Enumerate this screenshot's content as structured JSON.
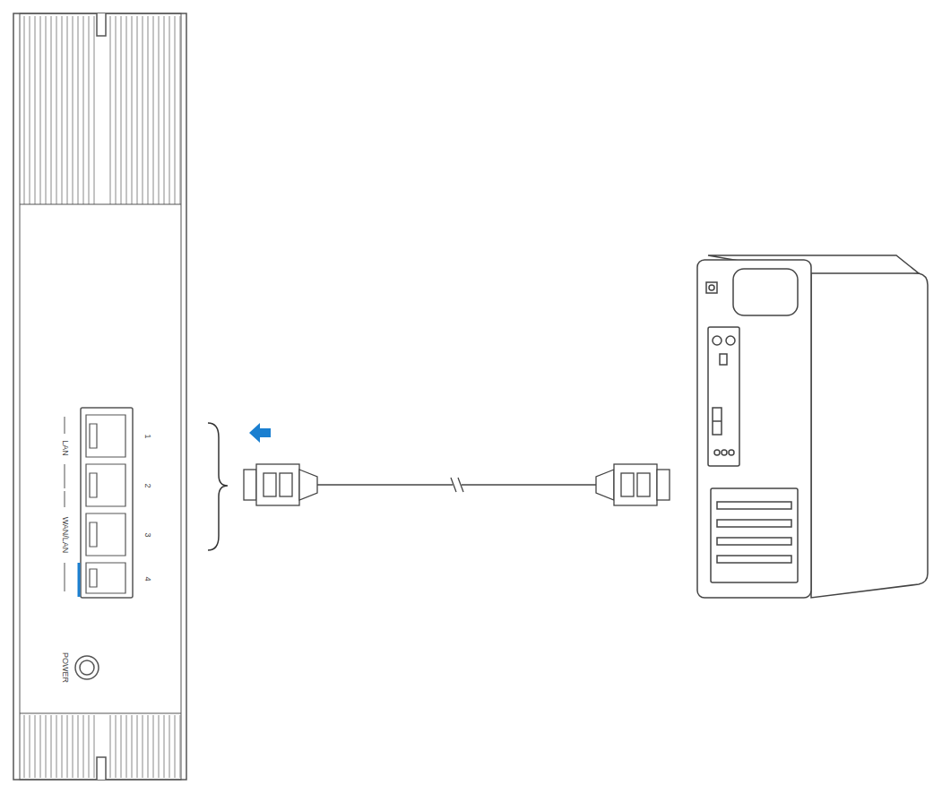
{
  "diagram": {
    "labels": [
      "LAN",
      "1",
      "2",
      "3",
      "4",
      "WAN/LAN",
      "POWER"
    ]
  }
}
